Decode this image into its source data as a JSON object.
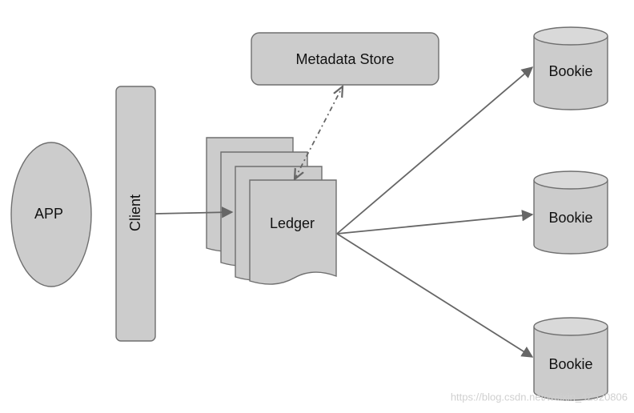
{
  "nodes": {
    "app": "APP",
    "client": "Client",
    "metadata_store": "Metadata Store",
    "ledger": "Ledger",
    "bookie_1": "Bookie",
    "bookie_2": "Bookie",
    "bookie_3": "Bookie"
  },
  "watermark": "https://blog.csdn.net/weixin_42520806",
  "colors": {
    "node_fill": "#cccccc",
    "node_stroke": "#6f6f6f",
    "edge": "#666666"
  }
}
